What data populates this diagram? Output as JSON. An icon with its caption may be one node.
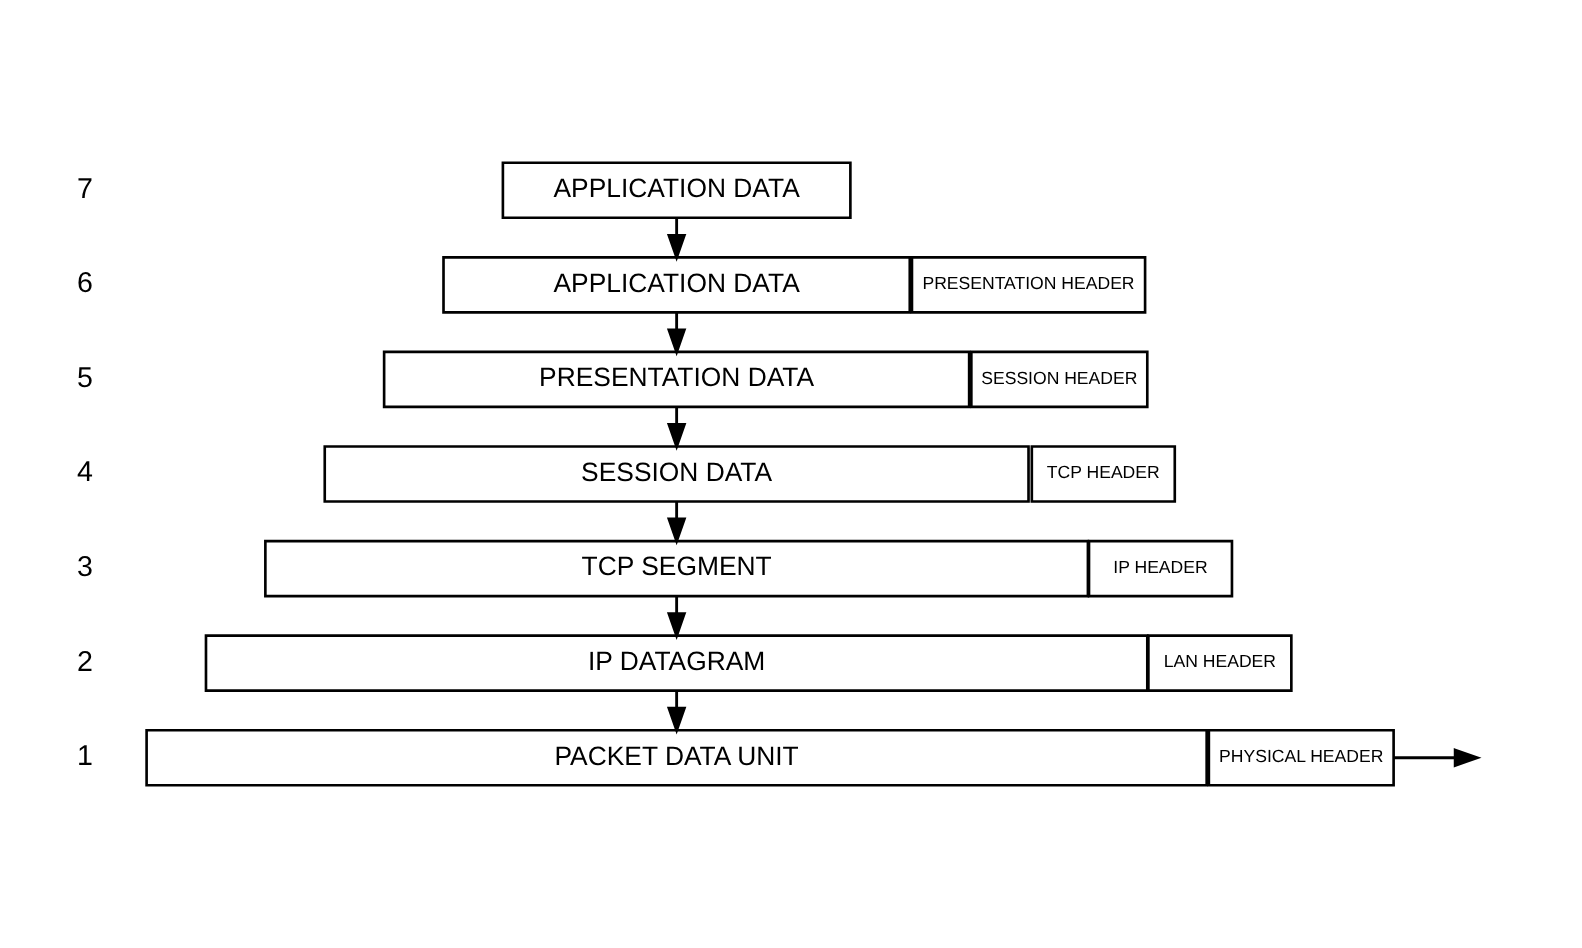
{
  "diagram": {
    "nodes": [
      {
        "text": [
          "APPLICATION DATA"
        ]
      },
      {
        "text": [
          "APPLICATION DATA"
        ]
      },
      {
        "text": [
          "PRESENTATION HEADER"
        ]
      },
      {
        "text": [
          "PRESENTATION DATA"
        ]
      },
      {
        "text": [
          "SESSION HEADER"
        ]
      },
      {
        "text": [
          "SESSION DATA"
        ]
      },
      {
        "text": [
          "TCP HEADER"
        ]
      },
      {
        "text": [
          "TCP SEGMENT"
        ]
      },
      {
        "text": [
          "IP HEADER"
        ]
      },
      {
        "text": [
          "IP DATAGRAM"
        ]
      },
      {
        "text": [
          "LAN HEADER"
        ]
      },
      {
        "text": [
          "PACKET DATA UNIT"
        ]
      },
      {
        "text": [
          "PHYSICAL HEADER"
        ]
      }
    ],
    "edges": [
      {
        "from": 0,
        "to": 1,
        "arrow": "to"
      },
      {
        "from": 1,
        "to": 3,
        "arrow": "to"
      },
      {
        "from": 3,
        "to": 5,
        "arrow": "to"
      },
      {
        "from": 5,
        "to": 7,
        "arrow": "to"
      },
      {
        "from": 7,
        "to": 9,
        "arrow": "to"
      },
      {
        "from": 9,
        "to": 11,
        "arrow": "to"
      },
      {
        "from": 12,
        "to": null,
        "arrow": "to"
      }
    ],
    "labels": [
      "7",
      "6",
      "5",
      "4",
      "3",
      "2",
      "1"
    ]
  }
}
